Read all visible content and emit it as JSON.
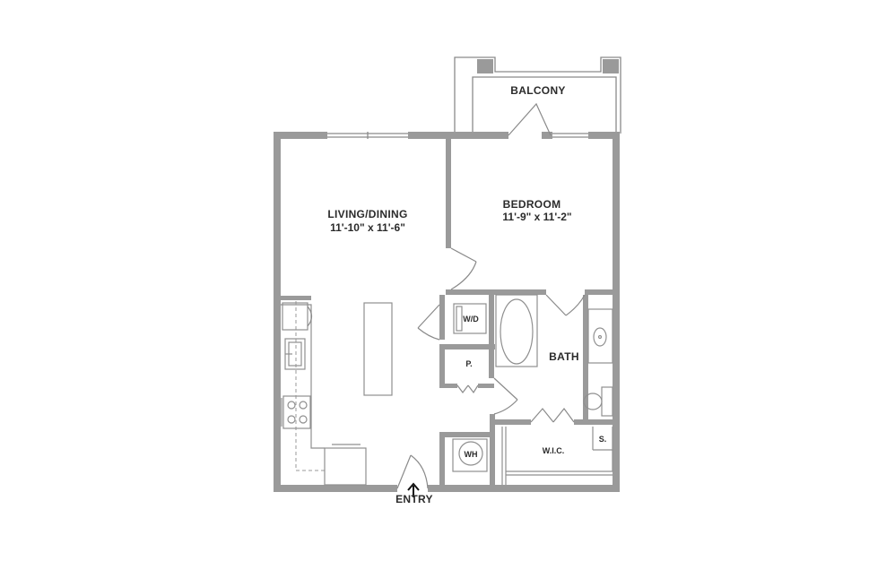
{
  "rooms": {
    "living": {
      "name": "LIVING/DINING",
      "size": "11'-10\" x 11'-6\""
    },
    "bedroom": {
      "name": "BEDROOM",
      "size": "11'-9\" x 11'-2\""
    },
    "balcony": {
      "name": "BALCONY"
    },
    "bath": {
      "name": "BATH"
    },
    "wic": {
      "name": "W.I.C."
    },
    "washer_dryer": {
      "name": "W/D"
    },
    "pantry": {
      "name": "P."
    },
    "water_heater": {
      "name": "WH"
    },
    "shelf": {
      "name": "S."
    }
  },
  "entry": {
    "label": "ENTRY",
    "icon": "arrow-up-icon"
  },
  "colors": {
    "wall": "#9a9a9a",
    "line": "#8a8a8a",
    "text": "#2b2b2b"
  }
}
